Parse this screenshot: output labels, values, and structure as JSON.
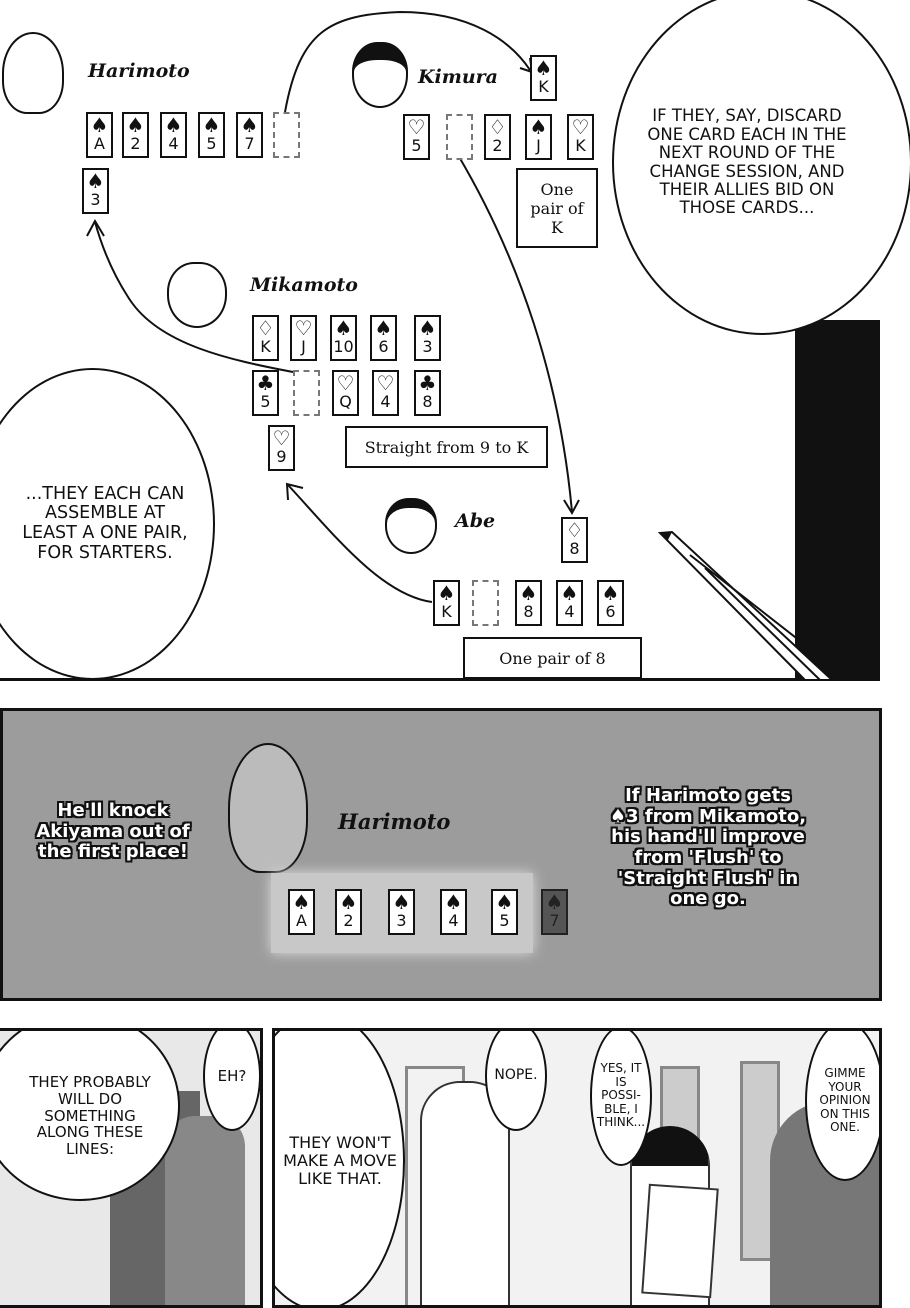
{
  "diagram": {
    "harimoto": {
      "name": "Harimoto",
      "hand": [
        {
          "suit": "♠",
          "rank": "A"
        },
        {
          "suit": "♠",
          "rank": "2"
        },
        {
          "suit": "♠",
          "rank": "4"
        },
        {
          "suit": "♠",
          "rank": "5"
        },
        {
          "suit": "♠",
          "rank": "7"
        },
        {
          "suit": "",
          "rank": ""
        }
      ],
      "received": {
        "suit": "♠",
        "rank": "3"
      }
    },
    "kimura": {
      "name": "Kimura",
      "hand": [
        {
          "suit": "♡",
          "rank": "5"
        },
        {
          "suit": "",
          "rank": ""
        },
        {
          "suit": "♢",
          "rank": "2"
        },
        {
          "suit": "♠",
          "rank": "J"
        },
        {
          "suit": "♡",
          "rank": "K"
        }
      ],
      "received": {
        "suit": "♠",
        "rank": "K"
      },
      "result": "One pair of K"
    },
    "mikamoto": {
      "name": "Mikamoto",
      "hand_row1": [
        {
          "suit": "♢",
          "rank": "K"
        },
        {
          "suit": "♡",
          "rank": "J"
        },
        {
          "suit": "♠",
          "rank": "10"
        },
        {
          "suit": "♠",
          "rank": "6"
        },
        {
          "suit": "♠",
          "rank": "3"
        }
      ],
      "hand_row2": [
        {
          "suit": "♣",
          "rank": "5"
        },
        {
          "suit": "",
          "rank": ""
        },
        {
          "suit": "♡",
          "rank": "Q"
        },
        {
          "suit": "♡",
          "rank": "4"
        },
        {
          "suit": "♣",
          "rank": "8"
        }
      ],
      "received": {
        "suit": "♡",
        "rank": "9"
      },
      "result": "Straight from 9 to K"
    },
    "abe": {
      "name": "Abe",
      "hand": [
        {
          "suit": "♠",
          "rank": "K"
        },
        {
          "suit": "",
          "rank": ""
        },
        {
          "suit": "♠",
          "rank": "8"
        },
        {
          "suit": "♠",
          "rank": "4"
        },
        {
          "suit": "♠",
          "rank": "6"
        }
      ],
      "received": {
        "suit": "♢",
        "rank": "8"
      },
      "result": "One pair of 8"
    },
    "bubble_right": "If they, say, discard one card each in the next round of the change session, and their allies bid on those cards...",
    "bubble_left": "...They each can assemble at least a one pair, for starters."
  },
  "panel2": {
    "name": "Harimoto",
    "cards": [
      {
        "suit": "♠",
        "rank": "A"
      },
      {
        "suit": "♠",
        "rank": "2"
      },
      {
        "suit": "♠",
        "rank": "3"
      },
      {
        "suit": "♠",
        "rank": "4"
      },
      {
        "suit": "♠",
        "rank": "5"
      },
      {
        "suit": "♠",
        "rank": "7"
      }
    ],
    "left_text": "He'll knock Akiyama out of the first place!",
    "right_text": "If Harimoto gets ♠3 from Mikamoto, his hand'll improve from 'Flush' to 'Straight Flush' in one go."
  },
  "panel3": {
    "bubble1": "They probably will do something along these lines:",
    "bubble2": "Eh?"
  },
  "panel4": {
    "bubble1": "They won't make a move like that.",
    "bubble2": "Nope.",
    "bubble3": "Yes, it is possi- ble, I think...",
    "bubble4": "Gimme your opinion on this one."
  }
}
